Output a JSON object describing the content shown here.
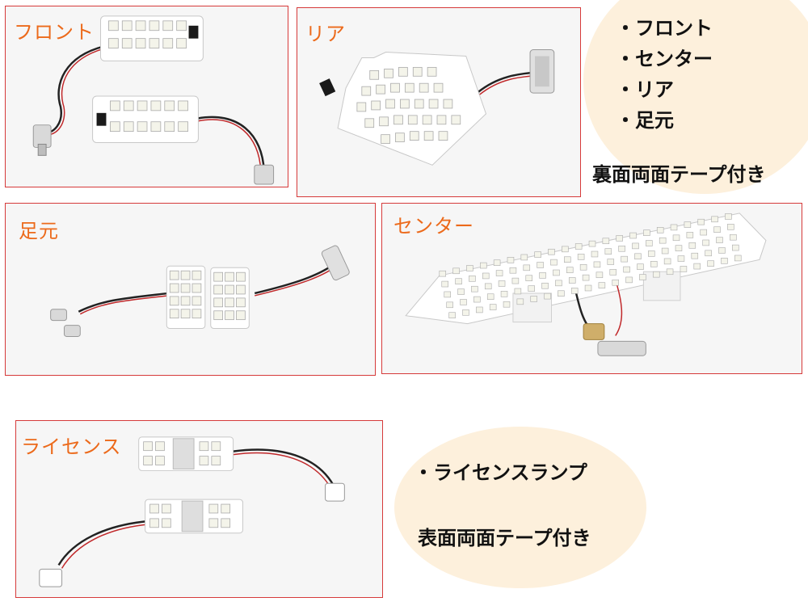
{
  "panels": {
    "front": {
      "label": "フロント"
    },
    "rear": {
      "label": "リア"
    },
    "foot": {
      "label": "足元"
    },
    "center": {
      "label": "センター"
    },
    "license": {
      "label": "ライセンス"
    }
  },
  "interior_info": {
    "items": [
      "・フロント",
      "・センター",
      "・リア",
      "・足元"
    ],
    "note": "裏面両面テープ付き"
  },
  "license_info": {
    "items": [
      "・ライセンスランプ"
    ],
    "note": "表面両面テープ付き"
  },
  "colors": {
    "panel_border": "#d63a3a",
    "label_orange": "#ec6a1b",
    "highlight_circle": "#fdf0dc"
  }
}
